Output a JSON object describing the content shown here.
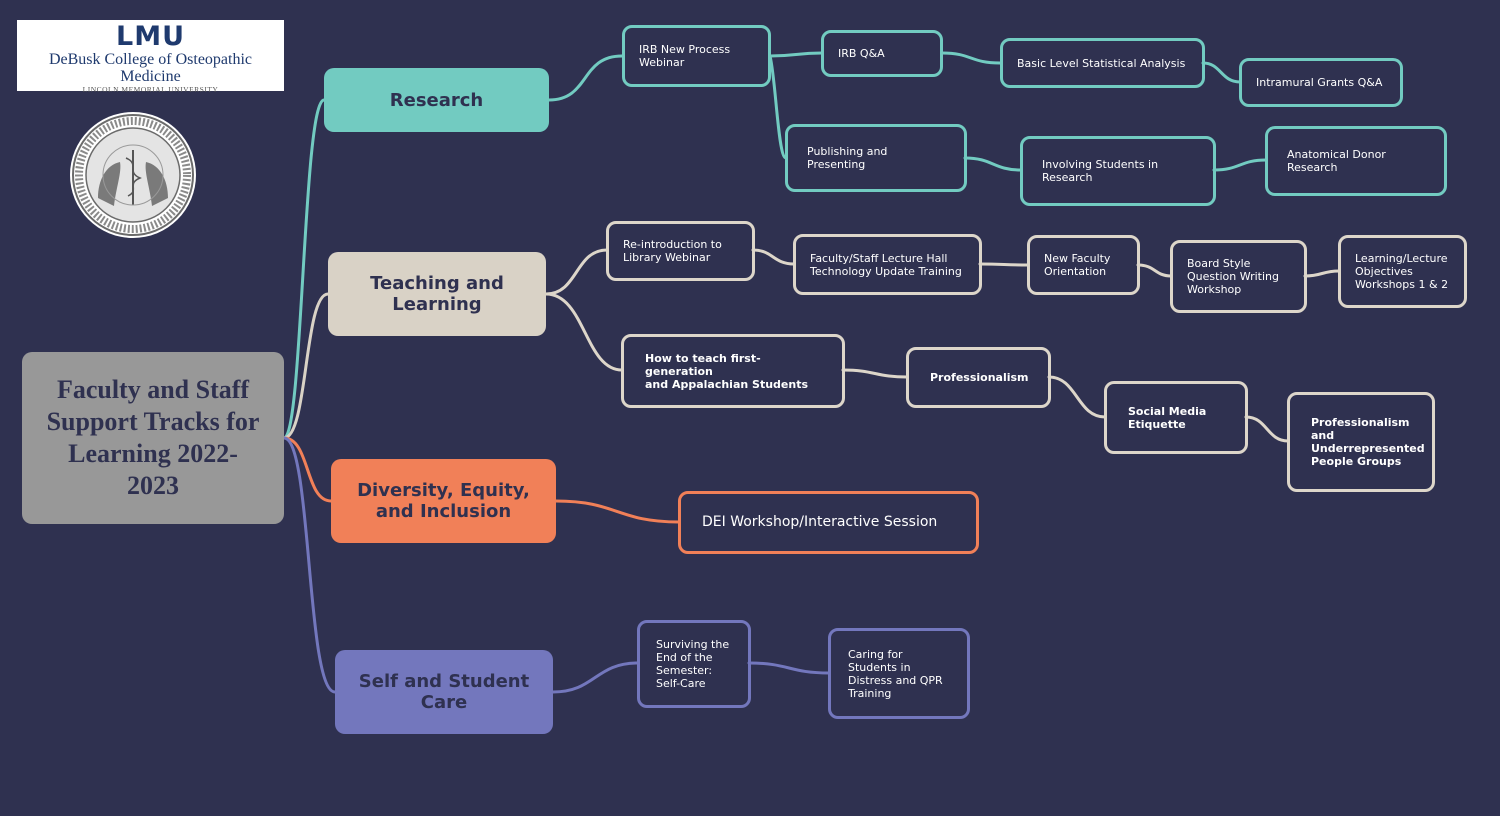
{
  "logo": {
    "wordmark": "LMU",
    "college": "DeBusk College of Osteopathic Medicine",
    "university": "LINCOLN MEMORIAL UNIVERSITY"
  },
  "seal": {
    "icon": "college-seal-icon"
  },
  "central": {
    "title": "Faculty and Staff Support Tracks for Learning 2022-2023"
  },
  "tracks": {
    "research": {
      "label": "Research",
      "color": "#72cbc1",
      "irb_webinar": "IRB New Process\nWebinar",
      "irb_qa": "IRB Q&A",
      "stats": "Basic Level Statistical Analysis",
      "grants": "Intramural Grants Q&A",
      "publishing": "Publishing and\nPresenting",
      "students": "Involving Students in\nResearch",
      "donor": "Anatomical Donor\nResearch"
    },
    "teaching": {
      "label": "Teaching and\nLearning",
      "color": "#d9d2c6",
      "library": "Re-introduction to\nLibrary Webinar",
      "lecture_hall": "Faculty/Staff Lecture Hall\nTechnology Update Training",
      "orientation": "New Faculty\nOrientation",
      "board_style": "Board Style\nQuestion Writing\nWorkshop",
      "objectives": "Learning/Lecture\nObjectives\nWorkshops 1 & 2",
      "first_gen": "How to teach first-generation\nand Appalachian Students",
      "professionalism": "Professionalism",
      "social_media": "Social Media\nEtiquette",
      "underrepresented": "Professionalism\nand\nUnderrepresented\nPeople Groups"
    },
    "dei": {
      "label": "Diversity, Equity,\nand Inclusion",
      "color": "#f18058",
      "workshop": "DEI Workshop/Interactive Session"
    },
    "self_care": {
      "label": "Self and Student\nCare",
      "color": "#7377bd",
      "surviving": "Surviving the\nEnd of the\nSemester:\nSelf-Care",
      "caring": "Caring for\nStudents in\nDistress and QPR\nTraining"
    }
  }
}
